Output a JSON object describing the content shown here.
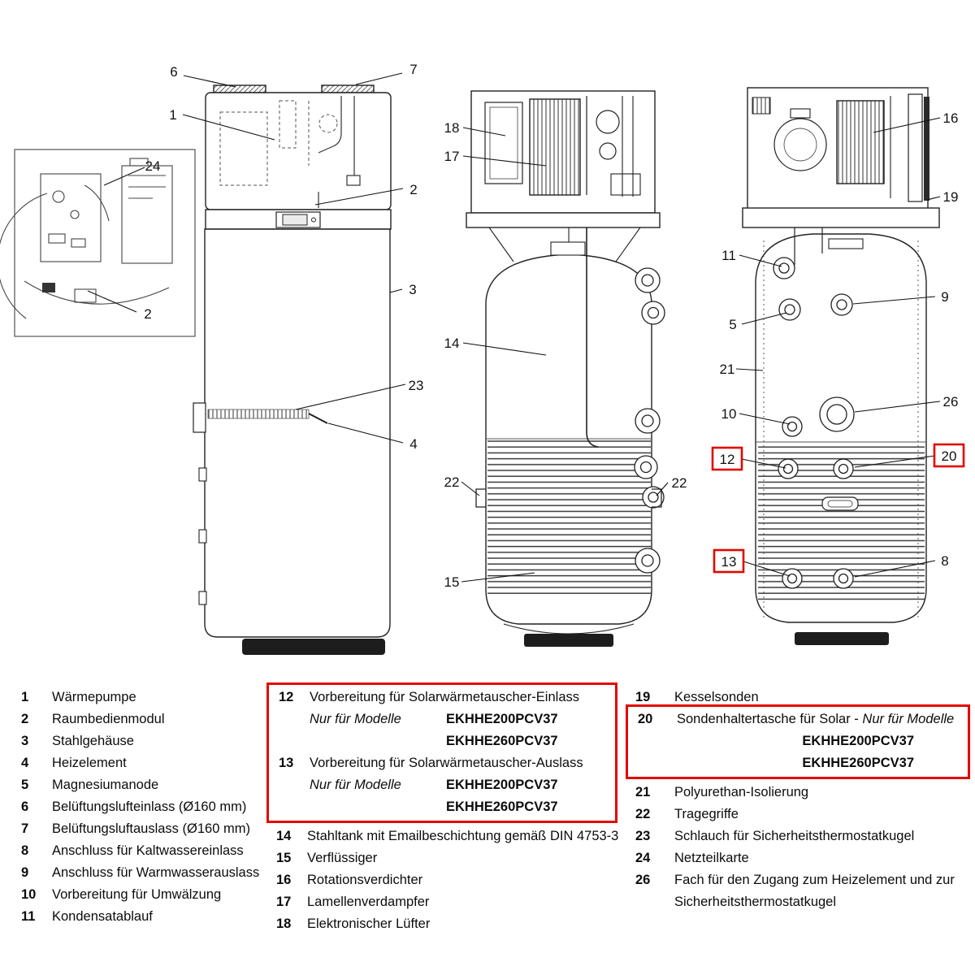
{
  "figure": {
    "highlight_color": "#e10600",
    "callouts": {
      "c1": "1",
      "c2": "2",
      "c3": "3",
      "c4": "4",
      "c5": "5",
      "c6": "6",
      "c7": "7",
      "c8": "8",
      "c9": "9",
      "c10": "10",
      "c11": "11",
      "c12": "12",
      "c13": "13",
      "c14": "14",
      "c15": "15",
      "c16": "16",
      "c17": "17",
      "c18": "18",
      "c19": "19",
      "c20": "20",
      "c21": "21",
      "c22": "22",
      "c23": "23",
      "c24": "24",
      "c26": "26"
    }
  },
  "legend": {
    "columns": [
      {
        "groups": [
          {
            "boxed": false,
            "items": [
              {
                "num": "1",
                "text": "Wärmepumpe"
              },
              {
                "num": "2",
                "text": "Raumbedienmodul"
              },
              {
                "num": "3",
                "text": "Stahlgehäuse"
              },
              {
                "num": "4",
                "text": "Heizelement"
              },
              {
                "num": "5",
                "text": "Magnesiumanode"
              },
              {
                "num": "6",
                "text": "Belüftungslufteinlass (Ø160 mm)"
              },
              {
                "num": "7",
                "text": "Belüftungsluftauslass (Ø160 mm)"
              },
              {
                "num": "8",
                "text": "Anschluss für Kaltwassereinlass"
              },
              {
                "num": "9",
                "text": "Anschluss für Warmwasserauslass"
              },
              {
                "num": "10",
                "text": "Vorbereitung für Umwälzung"
              },
              {
                "num": "11",
                "text": "Kondensatablauf"
              }
            ]
          }
        ]
      },
      {
        "groups": [
          {
            "boxed": true,
            "items": [
              {
                "num": "12",
                "text": "Vorbereitung für Solarwärmetauscher-Einlass",
                "note": "Nur für Modelle",
                "note_inline": false,
                "models": [
                  "EKHHE200PCV37",
                  "EKHHE260PCV37"
                ],
                "models_align": "left"
              },
              {
                "num": "13",
                "text": "Vorbereitung für Solarwärmetauscher-Auslass",
                "note": "Nur für Modelle",
                "note_inline": false,
                "models": [
                  "EKHHE200PCV37",
                  "EKHHE260PCV37"
                ],
                "models_align": "left"
              }
            ]
          },
          {
            "boxed": false,
            "items": [
              {
                "num": "14",
                "text": "Stahltank mit Emailbeschichtung gemäß DIN 4753-3"
              },
              {
                "num": "15",
                "text": "Verflüssiger"
              },
              {
                "num": "16",
                "text": "Rotationsverdichter"
              },
              {
                "num": "17",
                "text": "Lamellenverdampfer"
              },
              {
                "num": "18",
                "text": "Elektronischer Lüfter"
              }
            ]
          }
        ]
      },
      {
        "groups": [
          {
            "boxed": false,
            "items": [
              {
                "num": "19",
                "text": "Kesselsonden"
              }
            ]
          },
          {
            "boxed": true,
            "items": [
              {
                "num": "20",
                "text": "Sondenhaltertasche für Solar -",
                "note": "Nur für Modelle",
                "note_inline": true,
                "models": [
                  "EKHHE200PCV37",
                  "EKHHE260PCV37"
                ],
                "models_align": "right"
              }
            ]
          },
          {
            "boxed": false,
            "items": [
              {
                "num": "21",
                "text": "Polyurethan-Isolierung"
              },
              {
                "num": "22",
                "text": "Tragegriffe"
              },
              {
                "num": "23",
                "text": "Schlauch für Sicherheitsthermostatkugel"
              },
              {
                "num": "24",
                "text": "Netzteilkarte"
              },
              {
                "num": "26",
                "text": "Fach für den Zugang zum Heizelement und zur",
                "text2": "Sicherheitsthermostatkugel"
              }
            ]
          }
        ]
      }
    ]
  }
}
